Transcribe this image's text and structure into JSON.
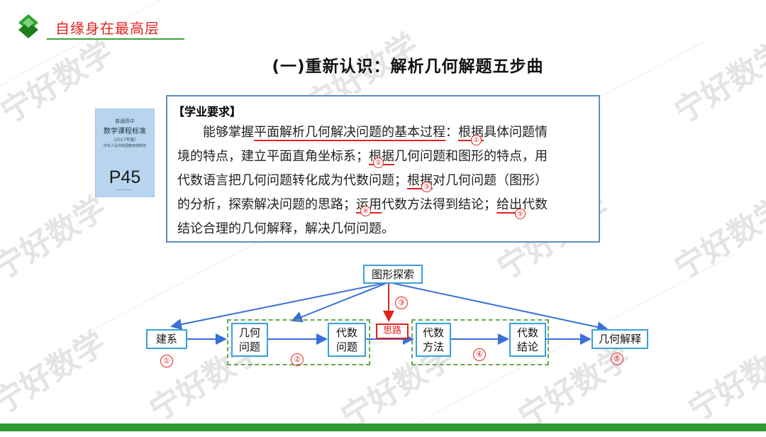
{
  "header": {
    "section_title": "自缘身在最高层",
    "main_title": "(一)重新认识：解析几何解题五步曲"
  },
  "watermark": {
    "text": "宁好数学"
  },
  "book": {
    "line1": "普通高中",
    "line2": "数学课程标准",
    "line3": "（2017年版）",
    "line4": "中华人民共和国教育部制定",
    "page": "P45"
  },
  "requirement": {
    "heading": "【学业要求】",
    "lines": {
      "l1_a": "能够掌握",
      "l1_b": "平面解析几何解决问题的基本过程",
      "l1_c": "：",
      "l1_d": "根据",
      "l1_e": "具体问题情",
      "l2_a": "境的特点，建立平面直角坐标系；",
      "l2_b": "根据",
      "l2_c": "几何问题和图形的特点，用",
      "l3_a": "代数语言把几何问题转化成为代数问题；",
      "l3_b": "根据",
      "l3_c": "对几何问题（图形）",
      "l4_a": "的分析，探索解决问题的思路；",
      "l4_b": "运用",
      "l4_c": "代数方法得到结论；",
      "l4_d": "给出",
      "l4_e": "代数",
      "l5": "结论合理的几何解释，解决几何问题。"
    },
    "marks": [
      "①",
      "②",
      "③",
      "④",
      "⑤"
    ]
  },
  "flow": {
    "top": "图形探索",
    "jianxi": "建系",
    "jihe_wenti": [
      "几何",
      "问题"
    ],
    "daishu_wenti": [
      "代数",
      "问题"
    ],
    "silu": "思路",
    "daishu_fangfa": [
      "代数",
      "方法"
    ],
    "daishu_jielun": [
      "代数",
      "结论"
    ],
    "jihe_jieshi": "几何解释",
    "steps": [
      "①",
      "②",
      "③",
      "④",
      "⑤"
    ]
  },
  "colors": {
    "accent_red": "#e0231e",
    "brand_green": "#2f9a2f",
    "box_blue": "#5b8ec9"
  }
}
